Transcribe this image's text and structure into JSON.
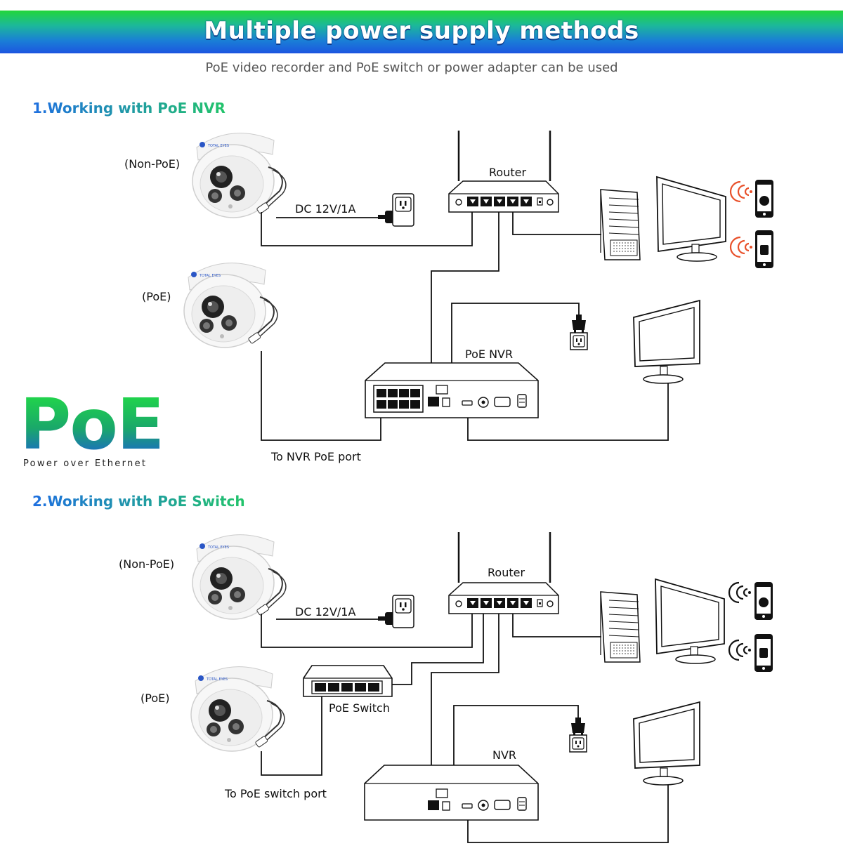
{
  "banner": {
    "title": "Multiple power supply methods"
  },
  "subtitle": "PoE video recorder and PoE switch or power adapter can be used",
  "section1": {
    "title": "1.Working with PoE NVR",
    "camera_nonpoe_label": "(Non-PoE)",
    "camera_poe_label": "(PoE)",
    "dc_label": "DC 12V/1A",
    "router_label": "Router",
    "nvr_label": "PoE NVR",
    "port_label": "To NVR PoE port"
  },
  "section2": {
    "title": "2.Working with PoE Switch",
    "camera_nonpoe_label": "(Non-PoE)",
    "camera_poe_label": "(PoE)",
    "dc_label": "DC 12V/1A",
    "router_label": "Router",
    "switch_label": "PoE Switch",
    "nvr_label": "NVR",
    "port_label": "To PoE switch port"
  },
  "logo": {
    "text": "PoE",
    "subtext": "Power over Ethernet"
  },
  "icons": [
    "dome-camera-icon",
    "router-icon",
    "power-outlet-icon",
    "power-adapter-icon",
    "pc-tower-icon",
    "monitor-icon",
    "iphone-icon",
    "android-phone-icon",
    "wifi-signal-icon",
    "nvr-icon",
    "poe-switch-icon",
    "power-plug-icon"
  ],
  "colors": {
    "banner_top": "#22d63a",
    "banner_bottom": "#1c55e0",
    "wifi_signal": "#e8502a",
    "line": "#111111"
  }
}
